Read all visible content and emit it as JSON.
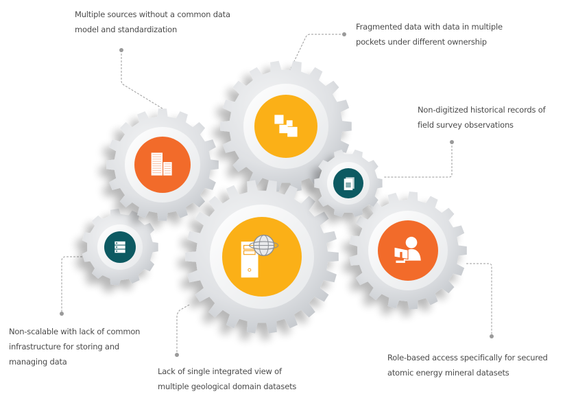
{
  "colors": {
    "orange": "#f26b2a",
    "yellow": "#fbb017",
    "teal": "#0d5a62",
    "gear": "#d9dcdf",
    "gear_shadow": "#b9bdc2",
    "connector": "#9a9a9a",
    "text": "#4a4a4a"
  },
  "challenges": [
    {
      "id": "sources",
      "lines": [
        "Multiple sources without a common data",
        "model and standardization"
      ],
      "icon": "buildings-icon",
      "disk_color": "orange"
    },
    {
      "id": "fragmented",
      "lines": [
        "Fragmented data with data in multiple",
        "pockets under different ownership"
      ],
      "icon": "scattered-squares-icon",
      "disk_color": "yellow"
    },
    {
      "id": "non-digitized",
      "lines": [
        "Non-digitized historical records of",
        "field survey observations"
      ],
      "icon": "documents-icon",
      "disk_color": "teal"
    },
    {
      "id": "non-scalable",
      "lines": [
        "Non-scalable with lack of common",
        "infrastructure for storing and",
        "managing data"
      ],
      "icon": "server-stack-icon",
      "disk_color": "teal"
    },
    {
      "id": "integrated-view",
      "lines": [
        "Lack of single integrated view of",
        "multiple geological domain datasets"
      ],
      "icon": "computer-globe-icon",
      "disk_color": "yellow"
    },
    {
      "id": "role-access",
      "lines": [
        "Role-based access specifically for secured",
        "atomic energy mineral datasets"
      ],
      "icon": "user-computer-icon",
      "disk_color": "orange"
    }
  ]
}
